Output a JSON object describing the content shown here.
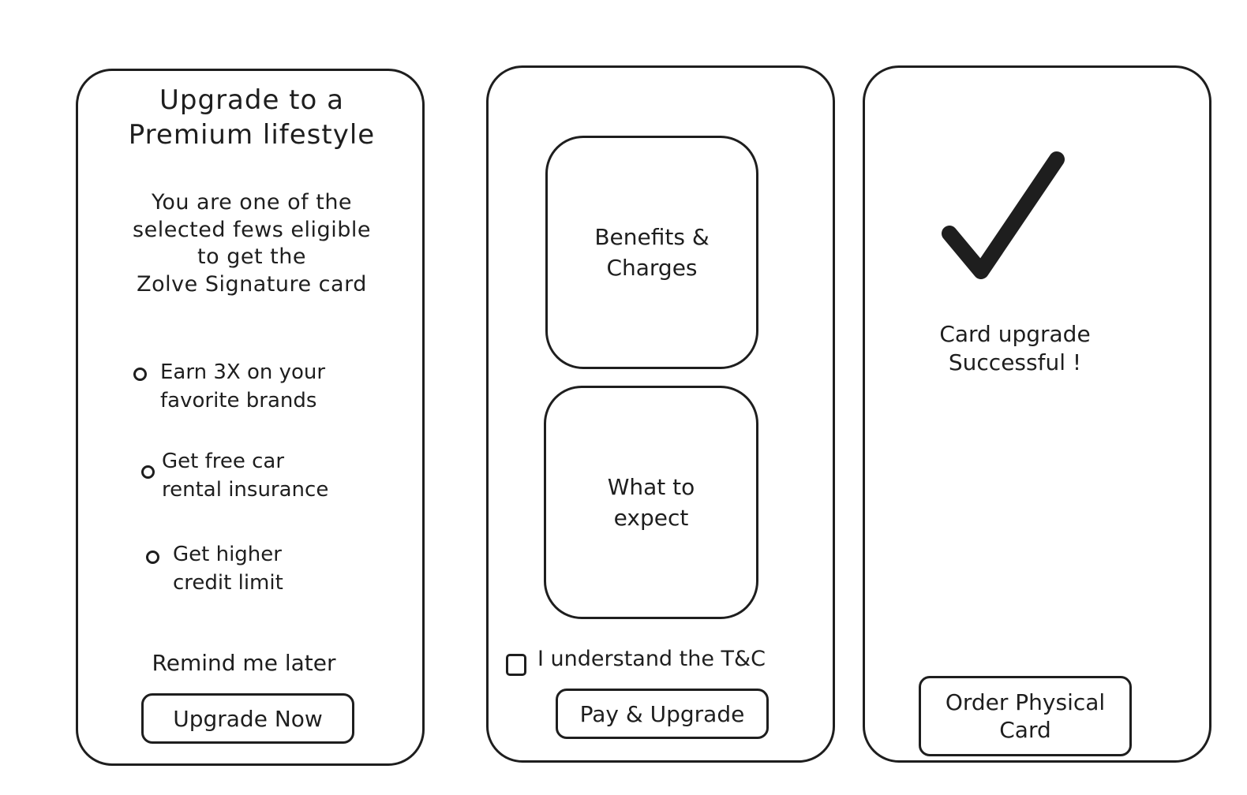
{
  "screen1": {
    "title": "Upgrade to a\nPremium lifestyle",
    "intro": "You are one of the\nselected fews eligible\nto get the\nZolve Signature card",
    "benefits": [
      "Earn 3X on your\n favorite brands",
      " Get free car\nrental insurance",
      "Get higher\n credit limit"
    ],
    "remind_label": "Remind me later",
    "upgrade_button": "Upgrade Now"
  },
  "screen2": {
    "benefits_card": "Benefits &\nCharges",
    "expect_card": "What to\nexpect",
    "tc_label": "I understand the T&C",
    "pay_button": "Pay & Upgrade"
  },
  "screen3": {
    "check_icon": "checkmark-icon",
    "success_message": "Card upgrade\nSuccessful !",
    "order_button": "Order Physical\nCard"
  }
}
